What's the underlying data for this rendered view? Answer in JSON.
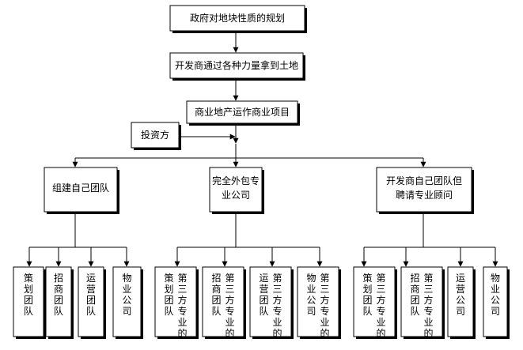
{
  "diagram": {
    "top_nodes": [
      {
        "id": "plan",
        "lines": [
          "政府对地块性质的规划"
        ]
      },
      {
        "id": "land",
        "lines": [
          "开发商通过各种力量拿到土地"
        ]
      },
      {
        "id": "project",
        "lines": [
          "商业地产运作商业项目"
        ]
      }
    ],
    "investor": {
      "id": "investor",
      "lines": [
        "投资方"
      ]
    },
    "branches": [
      {
        "id": "own-team",
        "lines": [
          "组建自己团队"
        ],
        "children": [
          {
            "id": "own-plan",
            "cols": [
              "策划团队"
            ]
          },
          {
            "id": "own-invest",
            "cols": [
              "招商团队"
            ]
          },
          {
            "id": "own-ops",
            "cols": [
              "运营团队"
            ]
          },
          {
            "id": "own-prop",
            "cols": [
              "物业公司"
            ]
          }
        ]
      },
      {
        "id": "outsourced",
        "lines": [
          "完全外包专",
          "业公司"
        ],
        "children": [
          {
            "id": "out-plan",
            "cols": [
              "第三方专业的",
              "策划团队"
            ]
          },
          {
            "id": "out-invest",
            "cols": [
              "第三方专业的",
              "招商团队"
            ]
          },
          {
            "id": "out-ops",
            "cols": [
              "第三方专业的",
              "运营团队"
            ]
          },
          {
            "id": "out-prop",
            "cols": [
              "第三方专业的",
              "物业公司"
            ]
          }
        ]
      },
      {
        "id": "hybrid",
        "lines": [
          "开发商自己团队但",
          "聘请专业顾问"
        ],
        "children": [
          {
            "id": "hyb-plan",
            "cols": [
              "第三方专业的",
              "策划团队"
            ]
          },
          {
            "id": "hyb-invest",
            "cols": [
              "第三方专业的",
              "招商团队"
            ]
          },
          {
            "id": "hyb-ops",
            "cols": [
              "运营公司"
            ]
          },
          {
            "id": "hyb-prop",
            "cols": [
              "物业公司"
            ]
          }
        ]
      }
    ]
  }
}
